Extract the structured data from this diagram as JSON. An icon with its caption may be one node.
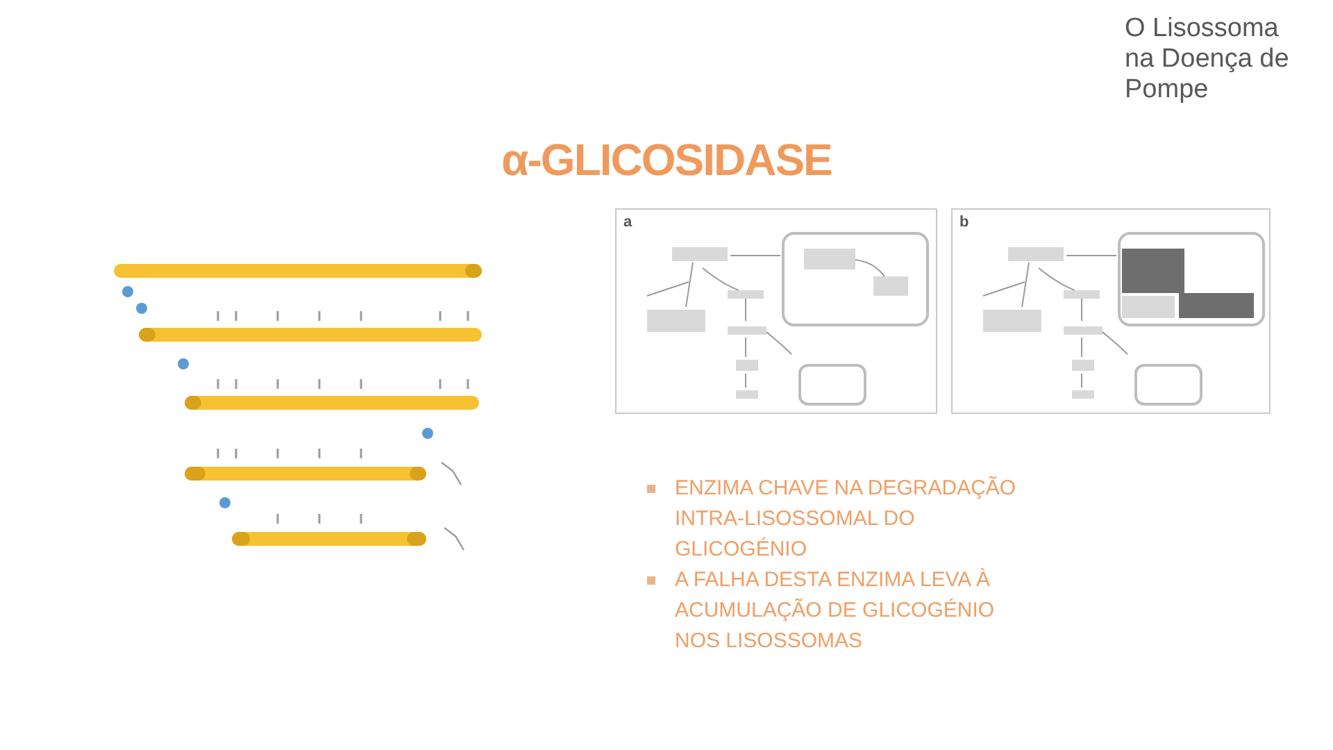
{
  "diagram": {
    "title": "α-GLICOSIDASE",
    "labels": [
      "O Lisossoma na Doença de Pompe",
      "a",
      "b",
      "ENZIMA CHAVE NA DEGRADAÇÃO INTRA-LISOSSOMAL DO GLICOGÉNIO",
      "A FALHA DESTA ENZIMA LEVA À ACUMULAÇÃO DE GLICOGÉNIO NOS LISOSSOMAS"
    ]
  }
}
